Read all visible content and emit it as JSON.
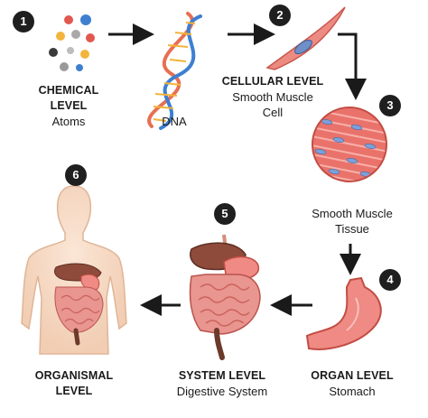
{
  "steps": [
    {
      "num": "1",
      "title_lines": [
        "CHEMICAL",
        "LEVEL"
      ],
      "sub": "Atoms"
    },
    {
      "num": "",
      "title_lines": [],
      "sub": "DNA"
    },
    {
      "num": "2",
      "title_lines": [
        "CELLULAR LEVEL"
      ],
      "sub_lines": [
        "Smooth Muscle",
        "Cell"
      ]
    },
    {
      "num": "3",
      "title_lines": [],
      "sub_lines": [
        "Smooth Muscle",
        "Tissue"
      ]
    },
    {
      "num": "4",
      "title_lines": [
        "ORGAN LEVEL"
      ],
      "sub": "Stomach"
    },
    {
      "num": "5",
      "title_lines": [
        "SYSTEM LEVEL"
      ],
      "sub": "Digestive System"
    },
    {
      "num": "6",
      "title_lines": [
        "ORGANISMAL",
        "LEVEL"
      ],
      "sub": ""
    }
  ],
  "colors": {
    "badge": "#1f1f1f",
    "arrow": "#1a1a1a",
    "muscle": "#e9736b",
    "nucleus": "#6f8fc9",
    "skin": "#f6dcc8"
  }
}
